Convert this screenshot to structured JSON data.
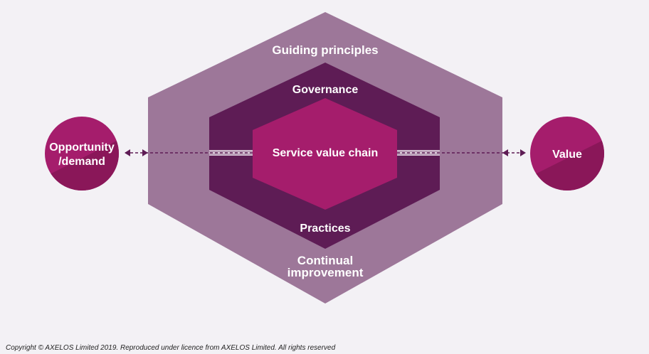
{
  "colors": {
    "background": "#f3f1f5",
    "outer_hexagon": "#9d7799",
    "middle_hexagon": "#5e1c55",
    "inner_hexagon": "#a51d6c",
    "circle_fill": "#a51d6c",
    "circle_shade": "#8a1759",
    "connector": "#5e1c55"
  },
  "labels": {
    "guiding_principles": "Guiding principles",
    "governance": "Governance",
    "service_value_chain": "Service value chain",
    "practices": "Practices",
    "continual_line1": "Continual",
    "continual_line2": "improvement",
    "opportunity_line1": "Opportunity",
    "opportunity_line2": "/demand",
    "value": "Value"
  },
  "copyright": "Copyright © AXELOS Limited 2019. Reproduced under licence from AXELOS Limited. All rights reserved"
}
